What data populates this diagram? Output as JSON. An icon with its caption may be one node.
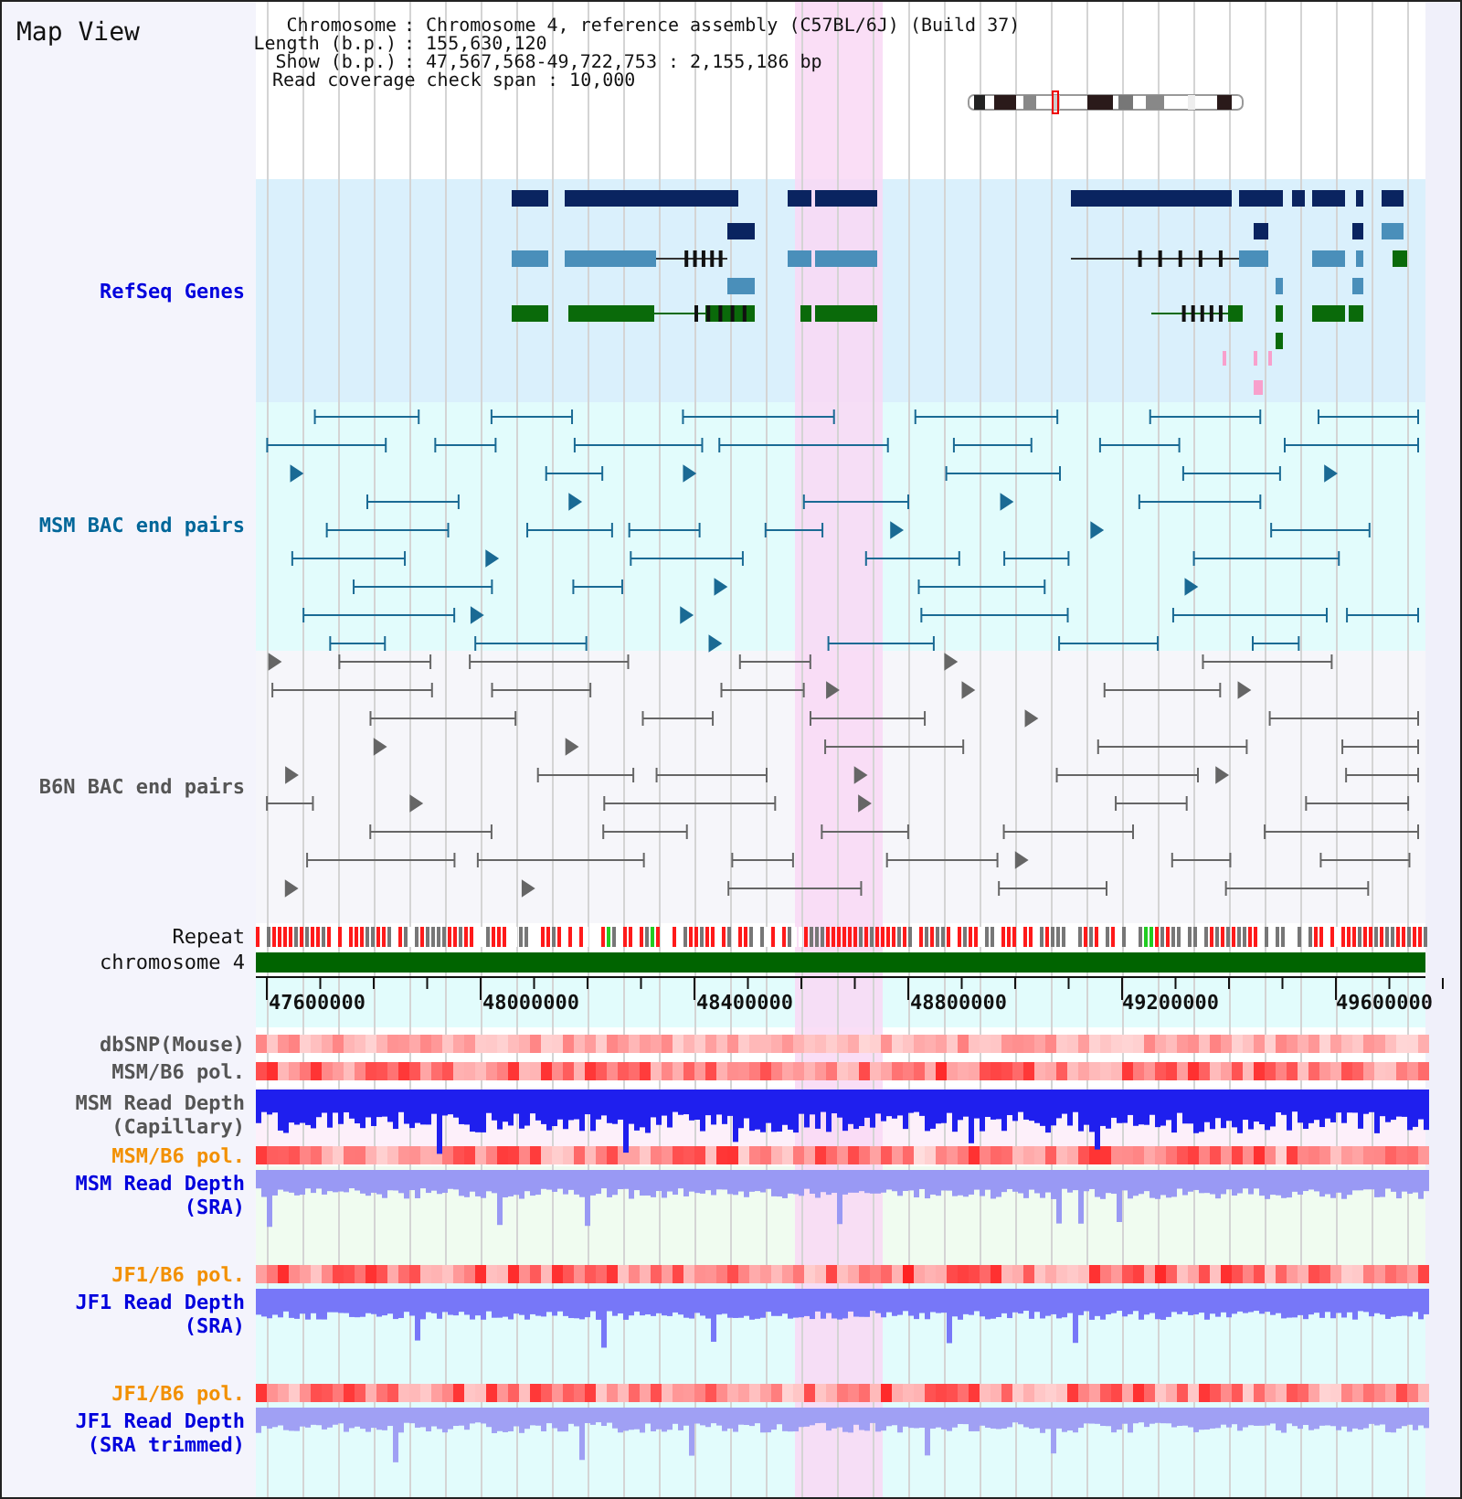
{
  "diagram": {
    "title": "Map View",
    "labels": [
      "Chromosome",
      ": Chromosome 4, reference assembly (C57BL/6J) (Build 37)",
      "Length (b.p.)",
      ": 155,630,120",
      "Show (b.p.)",
      ": 47,567,568-49,722,753 : 2,155,186 bp",
      "Read coverage check span : 10,000",
      "RefSeq Genes",
      "MSM BAC end pairs",
      "B6N BAC end pairs",
      "Repeat",
      "chromosome 4",
      "47600000",
      "48000000",
      "48400000",
      "48800000",
      "49200000",
      "49600000",
      "dbSNP(Mouse)",
      "MSM/B6 pol.",
      "MSM Read Depth (Capillary)",
      "MSM/B6 pol.",
      "MSM Read Depth (SRA)",
      "JF1/B6 pol.",
      "JF1 Read Depth (SRA)",
      "JF1/B6 pol.",
      "JF1 Read Depth (SRA trimmed)"
    ]
  }
}
